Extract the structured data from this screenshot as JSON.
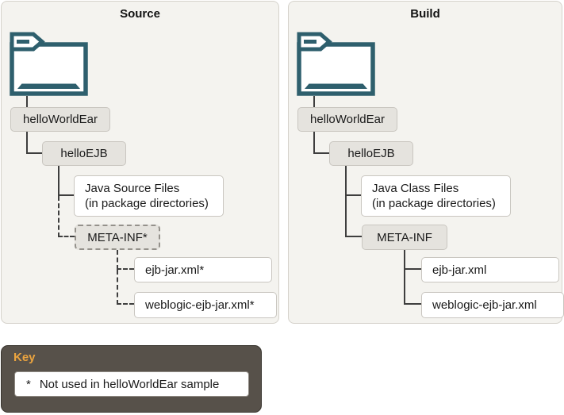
{
  "colors": {
    "panel_background": "#f4f3ef",
    "panel_border": "#d5d2cb",
    "node_gray_fill": "#e5e3de",
    "node_border": "#c9c6c0",
    "dashed_node_border": "#94918b",
    "connector_line": "#3e3e3e",
    "folder_teal": "#2e5f6d",
    "key_background": "#57514a",
    "key_accent_gold": "#eba43f"
  },
  "icons": {
    "folder": "folder-icon"
  },
  "source": {
    "title": "Source",
    "nodes": {
      "root": "helloWorldEar",
      "module": "helloEJB",
      "files_line1": "Java Source Files",
      "files_line2": "(in package directories)",
      "meta_inf": "META-INF*",
      "ejb_jar": "ejb-jar.xml*",
      "weblogic": "weblogic-ejb-jar.xml*"
    }
  },
  "build": {
    "title": "Build",
    "nodes": {
      "root": "helloWorldEar",
      "module": "helloEJB",
      "files_line1": "Java Class Files",
      "files_line2": "(in package directories)",
      "meta_inf": "META-INF",
      "ejb_jar": "ejb-jar.xml",
      "weblogic": "weblogic-ejb-jar.xml"
    }
  },
  "key": {
    "title": "Key",
    "symbol": "*",
    "note": "Not used in helloWorldEar sample"
  }
}
